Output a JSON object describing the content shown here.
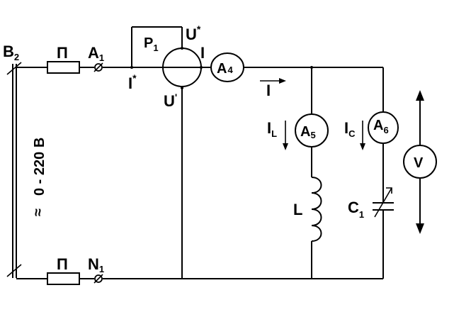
{
  "diagram": {
    "bus": {
      "main": "B",
      "sub": "2"
    },
    "supply_voltage": "0 - 220 B",
    "ac_symbol": "≈",
    "fuse_top_label": "П",
    "fuse_bottom_label": "П",
    "terminal_a": {
      "main": "A",
      "sub": "1"
    },
    "terminal_n": {
      "main": "N",
      "sub": "1"
    },
    "wattmeter": {
      "main": "P",
      "sub": "1"
    },
    "current_terminal_start": {
      "main": "I",
      "sup": "*"
    },
    "current_terminal_end": "I",
    "voltage_terminal_start": {
      "main": "U",
      "sup": "*"
    },
    "voltage_terminal_end": {
      "main": "U",
      "sup": "'"
    },
    "ammeter_main": {
      "main": "A",
      "sub": "4"
    },
    "ammeter_inductor": {
      "main": "A",
      "sub": "5"
    },
    "ammeter_capacitor": {
      "main": "A",
      "sub": "6"
    },
    "voltmeter": "V",
    "current_total": "I",
    "current_inductor": {
      "main": "I",
      "sub": "L"
    },
    "current_capacitor": {
      "main": "I",
      "sub": "C"
    },
    "inductor": "L",
    "capacitor": {
      "main": "C",
      "sub": "1"
    }
  }
}
